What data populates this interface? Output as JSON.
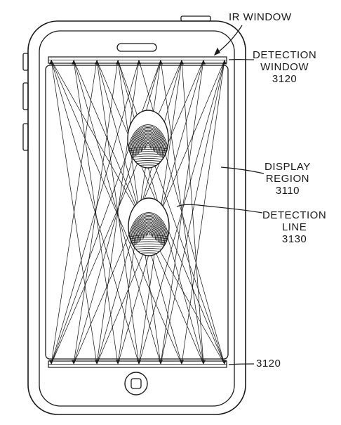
{
  "labels": {
    "ir_window": "IR WINDOW",
    "detection_window": {
      "line1": "DETECTION",
      "line2": "WINDOW",
      "ref": "3120"
    },
    "display_region": {
      "line1": "DISPLAY",
      "line2": "REGION",
      "ref": "3110"
    },
    "detection_line": {
      "line1": "DETECTION",
      "line2": "LINE",
      "ref": "3130"
    },
    "bottom_window_ref": "3120"
  },
  "colors": {
    "ink": "#1a1a1a",
    "background": "#ffffff"
  },
  "icons": [
    "home-button-icon",
    "fingerprint-icon"
  ]
}
